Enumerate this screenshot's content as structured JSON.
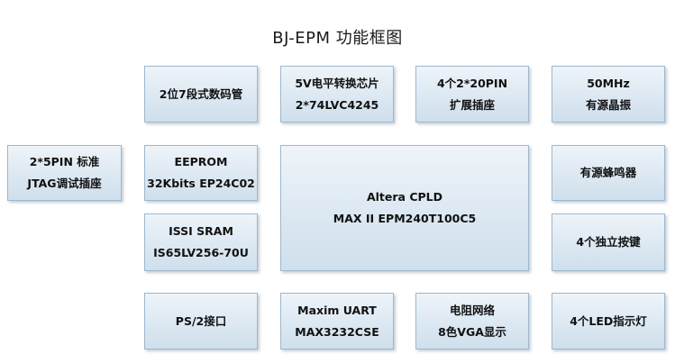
{
  "title": "BJ-EPM 功能框图",
  "blocks": {
    "seg7": [
      "2位7段式数码管"
    ],
    "level_shift": [
      "5V电平转换芯片",
      "2*74LVC4245"
    ],
    "ext_socket": [
      "4个2*20PIN",
      "扩展插座"
    ],
    "oscillator": [
      "50MHz",
      "有源晶振"
    ],
    "jtag": [
      "2*5PIN 标准",
      "JTAG调试插座"
    ],
    "eeprom": [
      "EEPROM",
      "32Kbits EP24C02"
    ],
    "cpld": [
      "Altera CPLD",
      "MAX II EPM240T100C5"
    ],
    "buzzer": [
      "有源蜂鸣器"
    ],
    "sram": [
      "ISSI SRAM",
      "IS65LV256-70U"
    ],
    "keys": [
      "4个独立按键"
    ],
    "ps2": [
      "PS/2接口"
    ],
    "uart": [
      "Maxim UART",
      "MAX3232CSE"
    ],
    "vga": [
      "电阻网络",
      "8色VGA显示"
    ],
    "leds": [
      "4个LED指示灯"
    ]
  }
}
